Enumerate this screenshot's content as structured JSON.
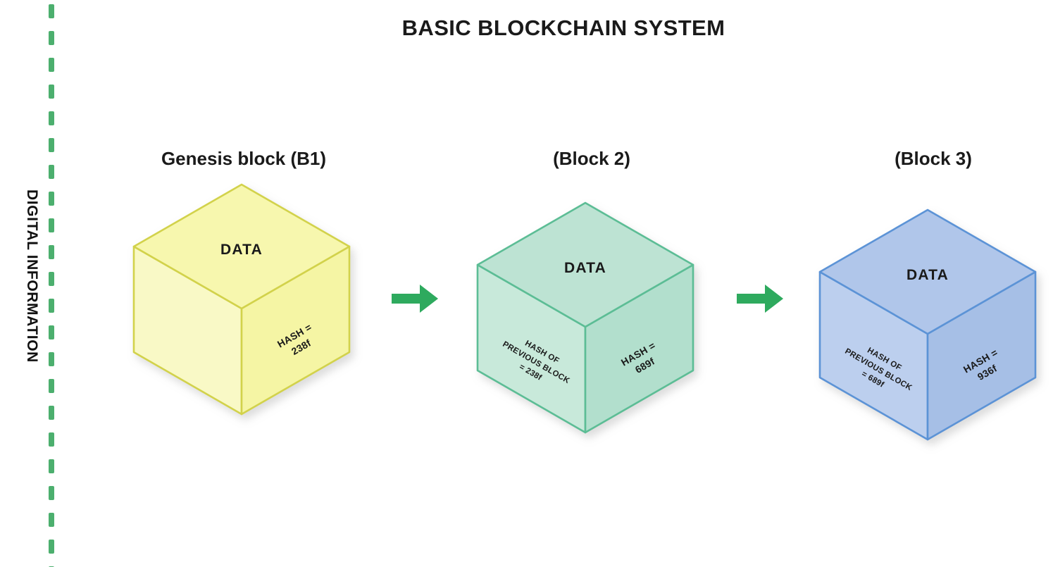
{
  "page": {
    "title": "BASIC BLOCKCHAIN SYSTEM",
    "vertical_label": "DIGITAL INFORMATION",
    "background_color": "#ffffff"
  },
  "divider": {
    "name": "digital-information-divider",
    "color": "#4caf6e",
    "style": "dashed-vertical"
  },
  "arrows": [
    {
      "name": "arrow-block1-to-block2",
      "color": "#2eaa5e"
    },
    {
      "name": "arrow-block2-to-block3",
      "color": "#2eaa5e"
    }
  ],
  "blocks": [
    {
      "id": "block-1",
      "label": "Genesis block (B1)",
      "data_label": "DATA",
      "hash_label": "HASH =",
      "hash_value": "238f",
      "prev_hash_line1": "",
      "prev_hash_line2": "",
      "prev_hash_line3": "",
      "has_prev_hash": false,
      "colors": {
        "top": "#f7f7ae",
        "left": "#f9f9c6",
        "right": "#f5f5a4",
        "stroke": "#d2d24c"
      }
    },
    {
      "id": "block-2",
      "label": "(Block 2)",
      "data_label": "DATA",
      "hash_label": "HASH =",
      "hash_value": "689f",
      "prev_hash_line1": "HASH OF",
      "prev_hash_line2": "PREVIOUS BLOCK",
      "prev_hash_line3": "= 238f",
      "has_prev_hash": true,
      "colors": {
        "top": "#bde3d3",
        "left": "#c8e9da",
        "right": "#b2dfcd",
        "stroke": "#5bbd95"
      }
    },
    {
      "id": "block-3",
      "label": "(Block 3)",
      "data_label": "DATA",
      "hash_label": "HASH =",
      "hash_value": "936f",
      "prev_hash_line1": "HASH OF",
      "prev_hash_line2": "PREVIOUS BLOCK",
      "prev_hash_line3": "= 689f",
      "has_prev_hash": true,
      "colors": {
        "top": "#b0c6ea",
        "left": "#bccfee",
        "right": "#a6bfe6",
        "stroke": "#5b93d6"
      }
    }
  ]
}
